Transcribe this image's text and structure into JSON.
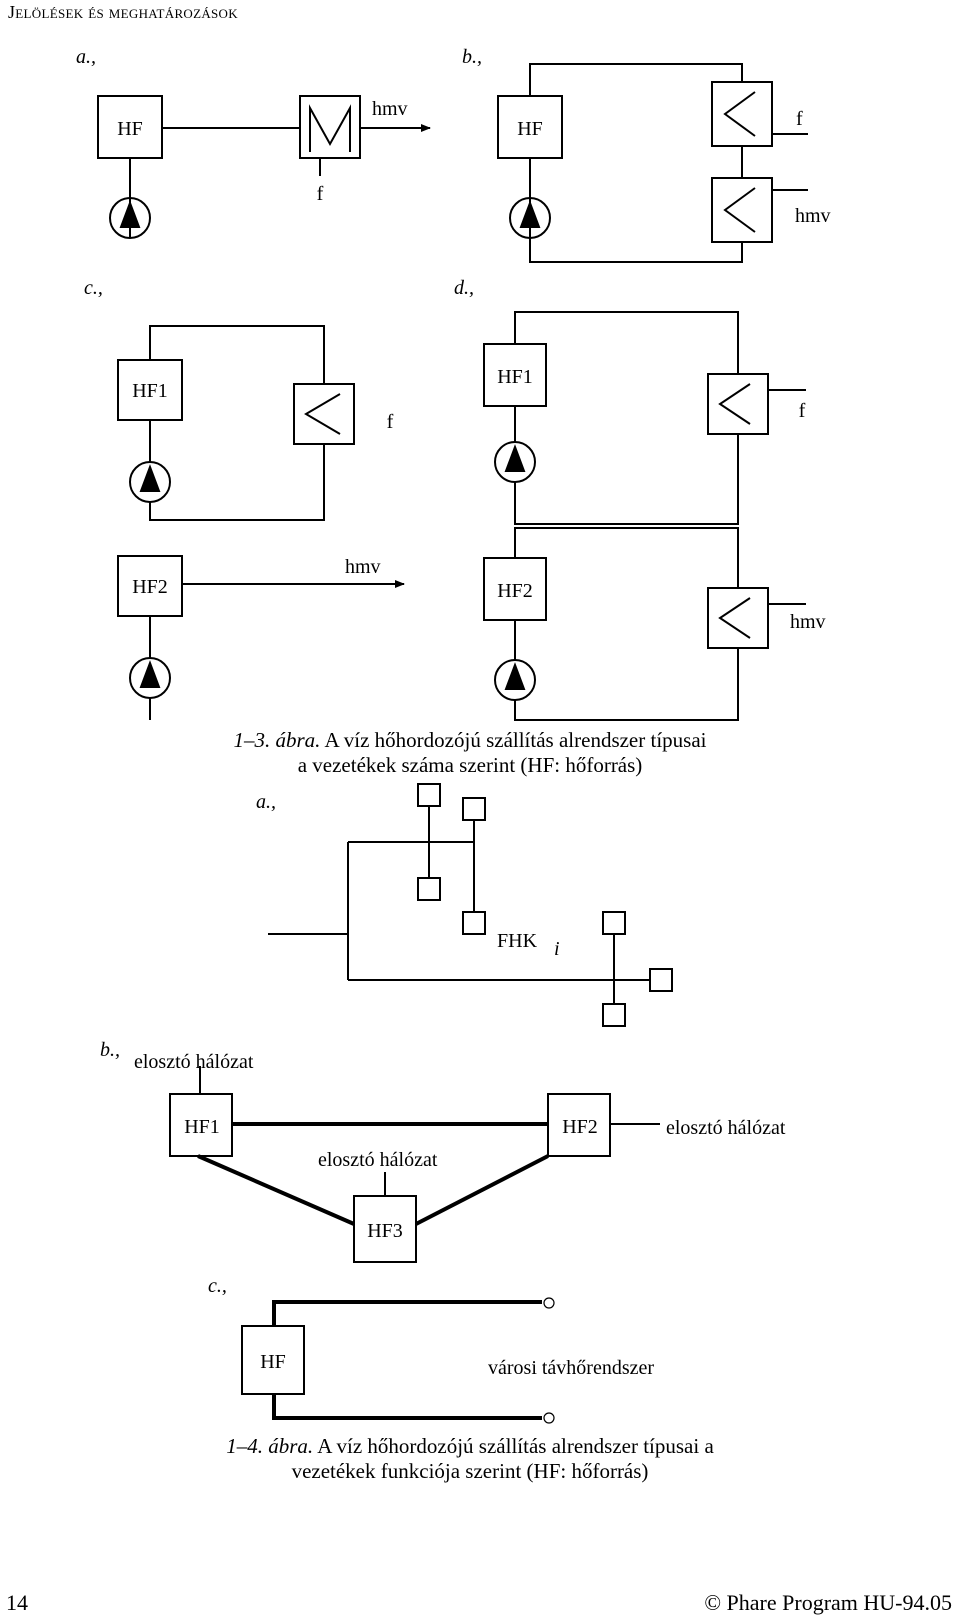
{
  "header": {
    "title": "Jelölések és meghatározások"
  },
  "figure13": {
    "panels": {
      "a": "a.,",
      "b": "b.,",
      "c": "c.,",
      "d": "d.,"
    },
    "a": {
      "source": "HF",
      "hmv": "hmv",
      "f": "f"
    },
    "b": {
      "source": "HF",
      "f": "f",
      "hmv": "hmv"
    },
    "c": {
      "source1": "HF1",
      "source2": "HF2",
      "f": "f",
      "hmv": "hmv"
    },
    "d": {
      "source1": "HF1",
      "source2": "HF2",
      "f": "f",
      "hmv": "hmv"
    },
    "caption_number": "1–3. ábra.",
    "caption_line1": "A víz hőhordozójú szállítás alrendszer típusai",
    "caption_line2": "a vezetékek száma szerint (HF: hőforrás)"
  },
  "figure14": {
    "panels": {
      "a": "a.,",
      "b": "b.,",
      "c": "c.,"
    },
    "a": {
      "consumer": "FHK",
      "subscript": "i"
    },
    "b": {
      "net_left": "elosztó hálózat",
      "net_mid": "elosztó hálózat",
      "net_right": "elosztó hálózat",
      "hf1": "HF1",
      "hf2": "HF2",
      "hf3": "HF3"
    },
    "c": {
      "source": "HF",
      "label": "városi távhőrendszer"
    },
    "caption_number": "1–4. ábra.",
    "caption_line1": "A víz hőhordozójú szállítás alrendszer típusai a",
    "caption_line2": "vezetékek funkciója szerint (HF: hőforrás)"
  },
  "footer": {
    "page_number": "14",
    "copyright": "© Phare Program HU-94.05"
  }
}
